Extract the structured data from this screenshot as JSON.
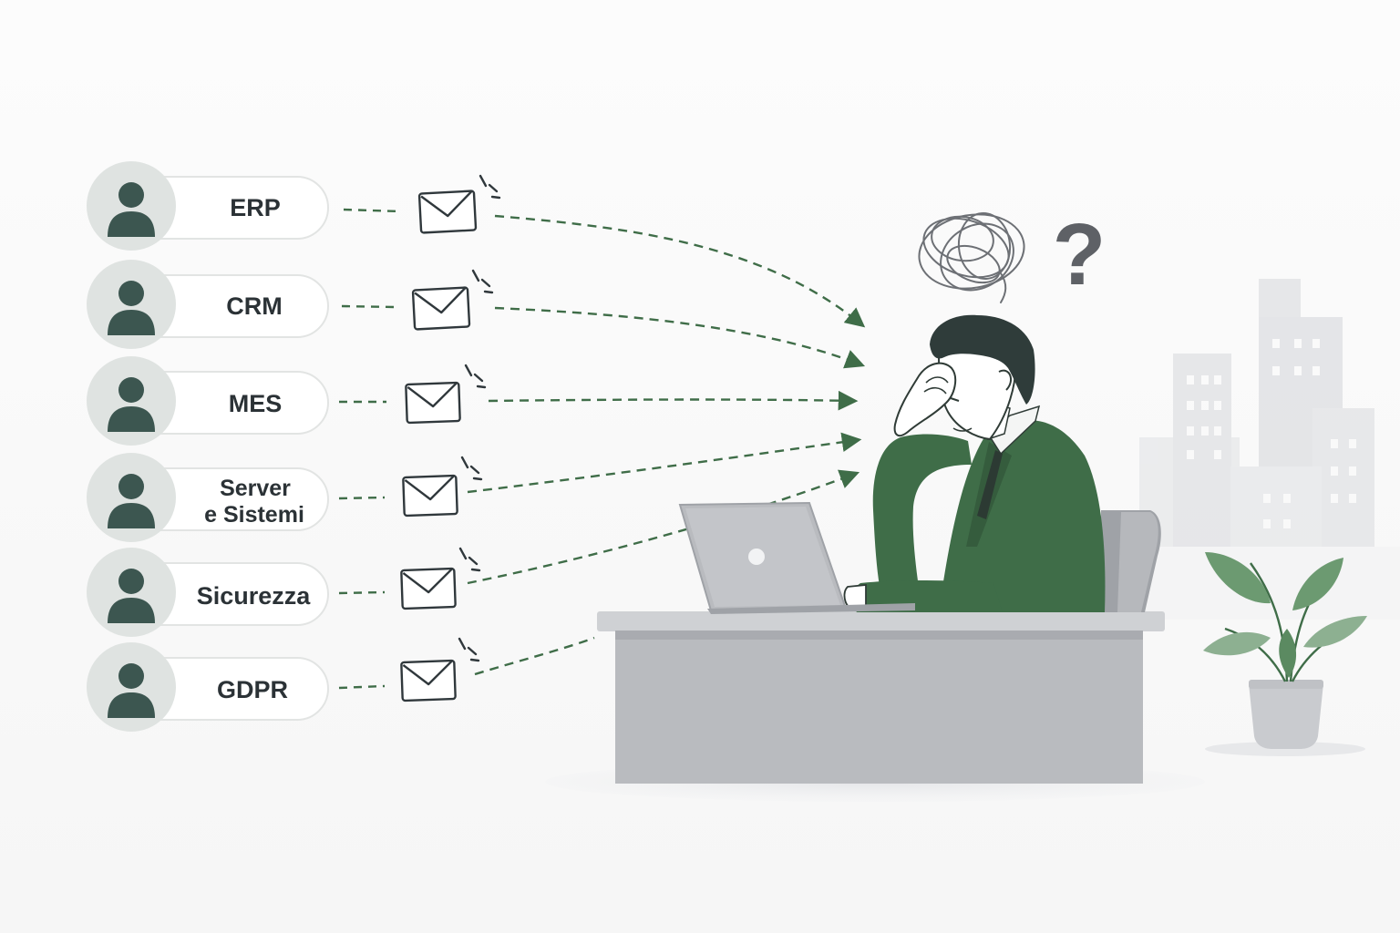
{
  "roles": [
    {
      "id": "erp",
      "label": "ERP"
    },
    {
      "id": "crm",
      "label": "CRM"
    },
    {
      "id": "mes",
      "label": "MES"
    },
    {
      "id": "server",
      "label_line1": "Server",
      "label_line2": "e Sistemi"
    },
    {
      "id": "sicurezza",
      "label": "Sicurezza"
    },
    {
      "id": "gdpr",
      "label": "GDPR"
    }
  ],
  "question_mark": "?",
  "colors": {
    "accent_green": "#3f6d48",
    "avatar_fill": "#3c5650",
    "avatar_bg": "#dfe3e1",
    "envelope_stroke": "#30383c",
    "desk_gray": "#b9bbbf",
    "building_gray": "#e2e3e6"
  },
  "icons": [
    "person-icon",
    "envelope-icon",
    "laptop-icon",
    "plant-icon",
    "scribble-icon",
    "question-mark-icon"
  ]
}
